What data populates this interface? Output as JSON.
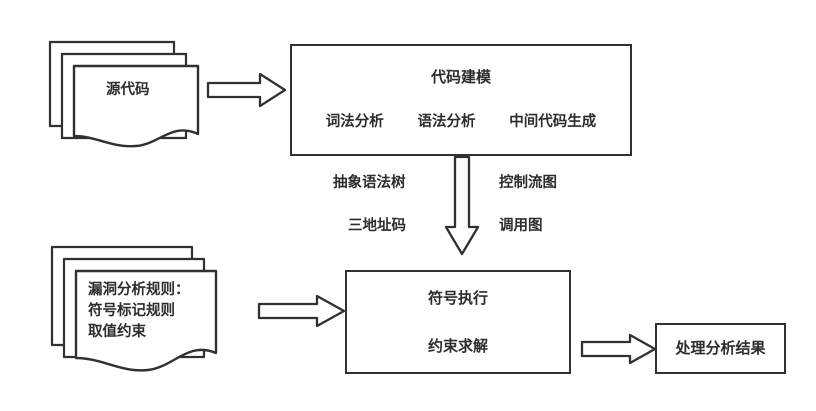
{
  "diagram": {
    "background_color": "#ffffff",
    "stroke_color": "#2f3133",
    "text_color": "#2b2d2f",
    "source_doc": {
      "label": "源代码",
      "icon": "document-stack-icon"
    },
    "code_modeling": {
      "title": "代码建模",
      "stages": [
        "词法分析",
        "语法分析",
        "中间代码生成"
      ]
    },
    "intermediate_outputs": {
      "left_top": "抽象语法树",
      "right_top": "控制流图",
      "left_bottom": "三地址码",
      "right_bottom": "调用图"
    },
    "rules_doc": {
      "line1": "漏洞分析规则：",
      "line2": "符号标记规则",
      "line3": "取值约束",
      "icon": "document-stack-icon"
    },
    "symbolic_execution": {
      "line1": "符号执行",
      "line2": "约束求解"
    },
    "result": {
      "label": "处理分析结果"
    },
    "arrows": {
      "source_to_modeling": "arrow-right-icon",
      "modeling_to_symbolic": "arrow-down-icon",
      "rules_to_symbolic": "arrow-right-icon",
      "symbolic_to_result": "arrow-right-icon"
    }
  }
}
